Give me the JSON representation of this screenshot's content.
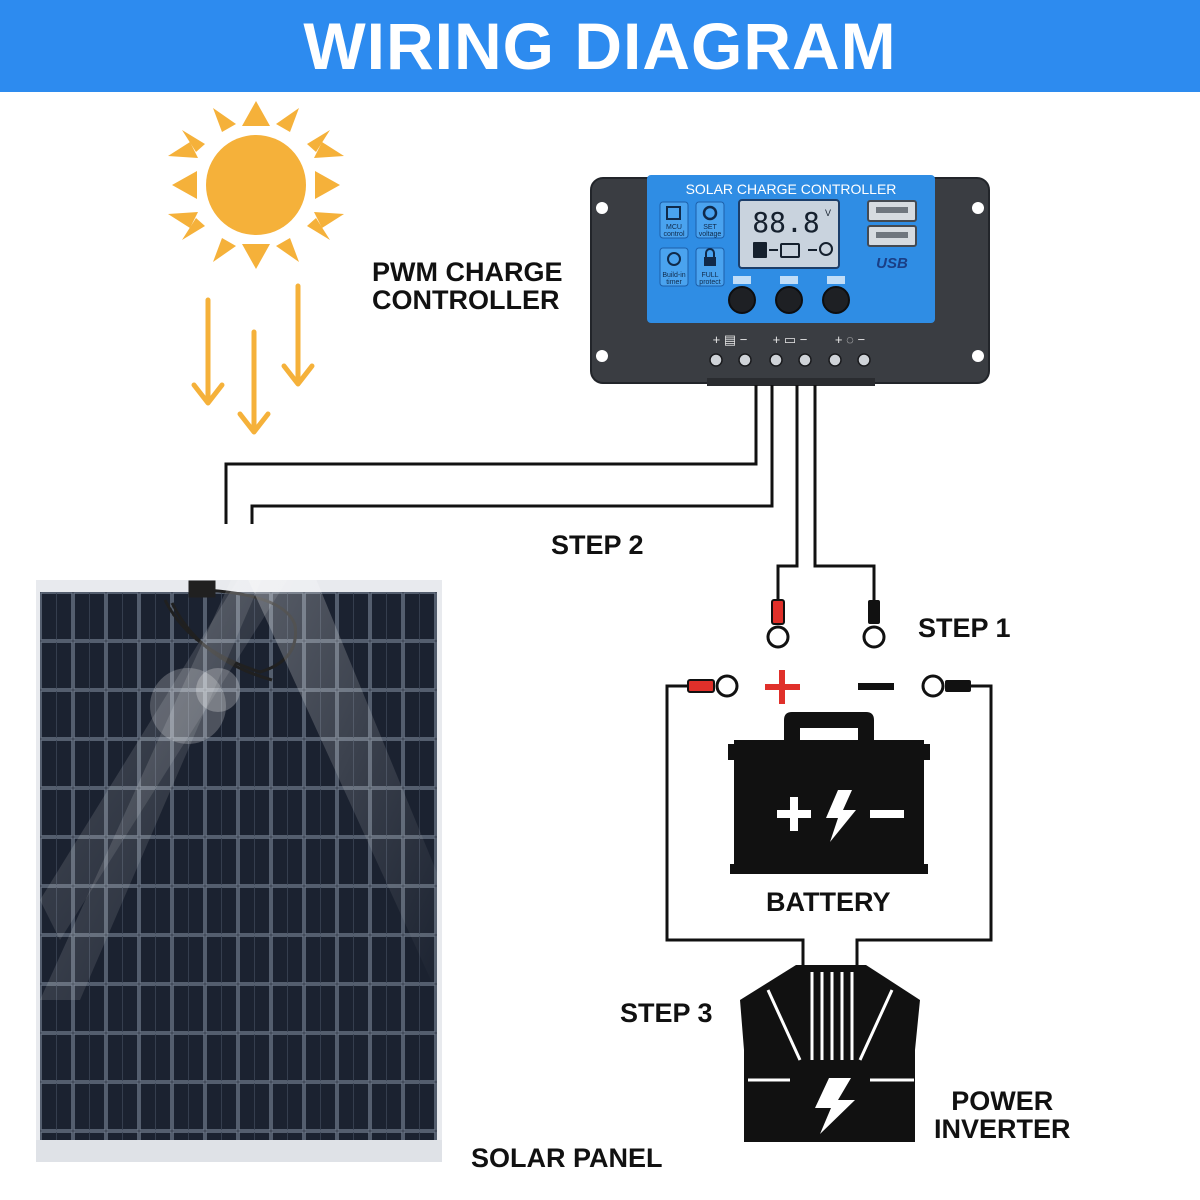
{
  "banner": {
    "title": "WIRING DIAGRAM"
  },
  "labels": {
    "pwm_line1": "PWM CHARGE",
    "pwm_line2": "CONTROLLER",
    "step1": "STEP 1",
    "step2": "STEP 2",
    "step3": "STEP 3",
    "battery": "BATTERY",
    "inverter_line1": "POWER",
    "inverter_line2": "INVERTER",
    "solar_panel": "SOLAR PANEL"
  },
  "controller": {
    "title": "SOLAR CHARGE CONTROLLER",
    "display": "88.8",
    "display_unit": "V",
    "usb": "USB",
    "buttons": [
      {
        "line1": "MCU",
        "line2": "control"
      },
      {
        "line1": "SET",
        "line2": "voltage"
      },
      {
        "line1": "Build-in",
        "line2": "timer"
      },
      {
        "line1": "FULL",
        "line2": "protect"
      }
    ]
  },
  "colors": {
    "banner": "#2d8bef",
    "sun": "#f5b13a",
    "controller_face": "#2f8de4",
    "panel": "#1b2230",
    "wire": "#111111",
    "red_terminal": "#e0302a"
  }
}
